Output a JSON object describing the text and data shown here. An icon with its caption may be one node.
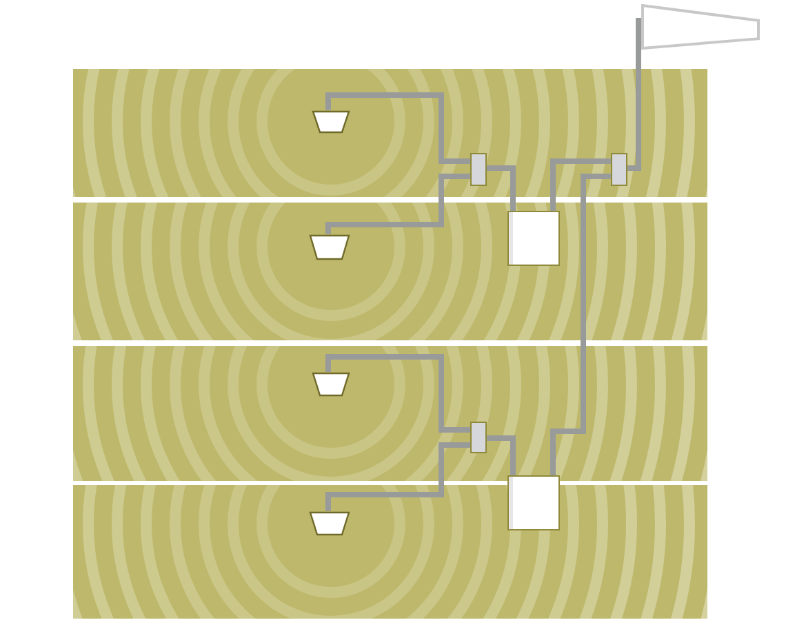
{
  "diagram": {
    "nodes": [
      {
        "text": [],
        "shape": "trapezoid"
      },
      {
        "text": [],
        "shape": "trapezoid"
      },
      {
        "text": [],
        "shape": "box"
      },
      {
        "text": [],
        "shape": "box"
      },
      {
        "text": [],
        "shape": "trapezoid"
      },
      {
        "text": [],
        "shape": "box"
      },
      {
        "text": [],
        "shape": "trapezoid"
      },
      {
        "text": [],
        "shape": "box"
      },
      {
        "text": [],
        "shape": "box"
      },
      {
        "text": [],
        "shape": "trapezoid"
      }
    ],
    "edges": [
      {
        "from": 0,
        "to": 3,
        "arrow": "none"
      },
      {
        "from": 3,
        "to": 5,
        "arrow": "none"
      },
      {
        "from": 3,
        "to": 8,
        "arrow": "none"
      },
      {
        "from": 5,
        "to": 2,
        "arrow": "none"
      },
      {
        "from": 2,
        "to": 1,
        "arrow": "none"
      },
      {
        "from": 2,
        "to": 4,
        "arrow": "none"
      },
      {
        "from": 8,
        "to": 7,
        "arrow": "none"
      },
      {
        "from": 7,
        "to": 6,
        "arrow": "none"
      },
      {
        "from": 7,
        "to": 9,
        "arrow": "none"
      }
    ]
  }
}
